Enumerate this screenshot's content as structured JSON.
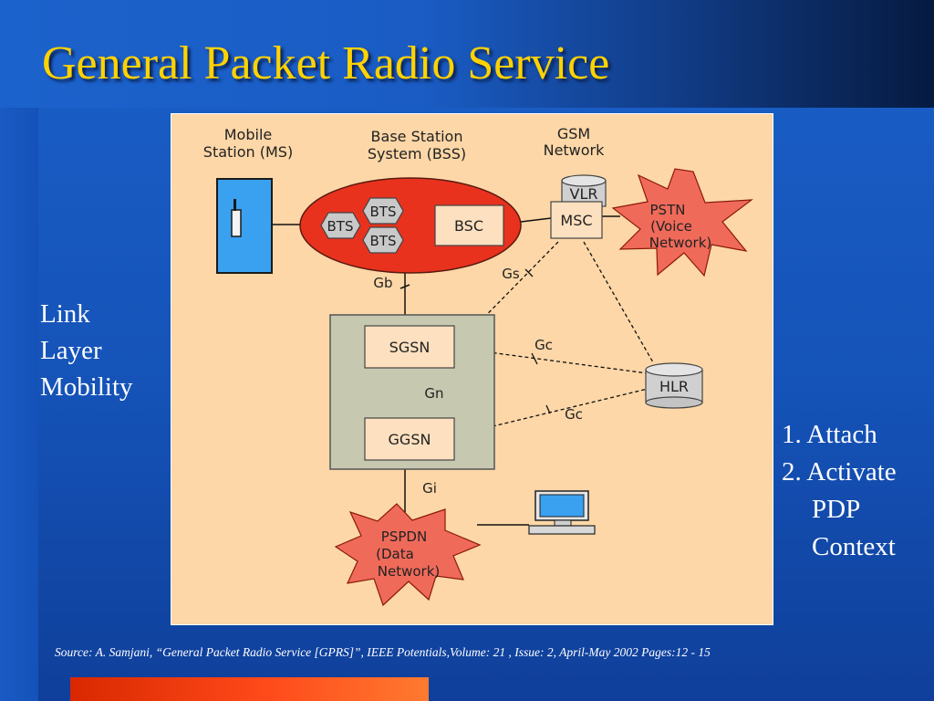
{
  "slide": {
    "title": "General Packet Radio Service",
    "left_caption": [
      "Link",
      "Layer",
      "Mobility"
    ],
    "steps": [
      "1. Attach",
      "2. Activate",
      "PDP",
      "Context"
    ],
    "source": "Source:   A. Samjani, “General Packet Radio Service [GPRS]”, IEEE Potentials,Volume: 21 , Issue: 2, April-May 2002 Pages:12 - 15"
  },
  "diagram": {
    "headers": {
      "ms": [
        "Mobile",
        "Station (MS)"
      ],
      "bss": [
        "Base Station",
        "System (BSS)"
      ],
      "gsm": [
        "GSM",
        "Network"
      ]
    },
    "nodes": {
      "bts1": "BTS",
      "bts2": "BTS",
      "bts3": "BTS",
      "bsc": "BSC",
      "vlr": "VLR",
      "msc": "MSC",
      "pstn": [
        "PSTN",
        "(Voice",
        "Network)"
      ],
      "sgsn": "SGSN",
      "ggsn": "GGSN",
      "hlr": "HLR",
      "pspdn": [
        "PSPDN",
        "(Data",
        "Network)"
      ]
    },
    "interfaces": {
      "gb": "Gb",
      "gs": "Gs",
      "gc1": "Gc",
      "gn": "Gn",
      "gc2": "Gc",
      "gi": "Gi"
    },
    "colors": {
      "background": "#fdd7a7",
      "bss_ellipse": "#e8321e",
      "mobile": "#3aa0f0",
      "core_box": "#c6c9b0",
      "node_box": "#fde0bf",
      "burst": "#f06a5a"
    }
  }
}
